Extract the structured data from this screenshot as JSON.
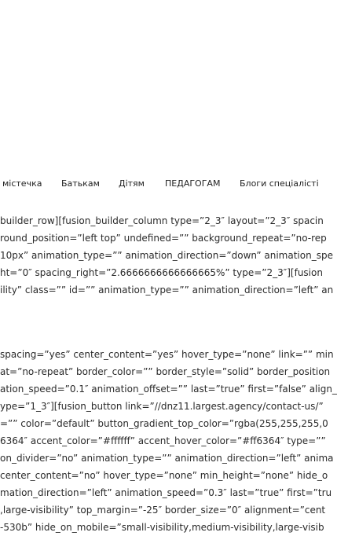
{
  "nav": {
    "items": [
      "містечка",
      "Батькам",
      "Дітям",
      "ПЕДАГОГАМ",
      "Блоги спеціалісті"
    ]
  },
  "code_block_1": [
    "builder_row][fusion_builder_column type=”2_3″ layout=”2_3″ spacin",
    "round_position=”left top” undefined=”” background_repeat=”no-rep",
    "10px” animation_type=”” animation_direction=”down” animation_spe",
    "ht=”0″ spacing_right=”2.6666666666666665%” type=”2_3″][fusion",
    "ility” class=”” id=”” animation_type=”” animation_direction=”left” an"
  ],
  "code_block_2": [
    "spacing=”yes” center_content=”yes” hover_type=”none” link=”” min",
    "at=”no-repeat” border_color=”” border_style=”solid” border_position",
    "ation_speed=”0.1″ animation_offset=”” last=”true” first=”false” align_",
    "ype=”1_3″][fusion_button link=”//dnz11.largest.agency/contact-us/”",
    "=”” color=”default” button_gradient_top_color=”rgba(255,255,255,0",
    "6364″ accent_color=”#ffffff” accent_hover_color=”#ff6364″ type=””",
    "on_divider=”no” animation_type=”” animation_direction=”left” anima",
    " center_content=”no” hover_type=”none” min_height=”none” hide_o",
    "mation_direction=”left” animation_speed=”0.3″ last=”true” first=”tru",
    ",large-visibility” top_margin=”-25″ border_size=”0″ alignment=”cent",
    "-530b” hide_on_mobile=”small-visibility,medium-visibility,large-visib"
  ]
}
